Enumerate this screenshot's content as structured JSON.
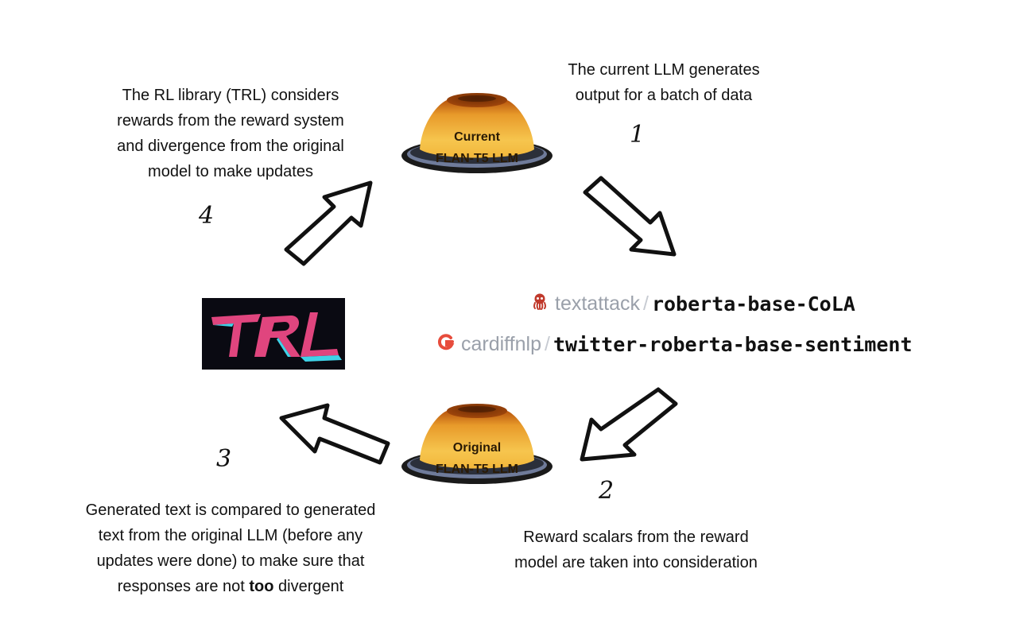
{
  "captions": {
    "step1": "The current LLM generates\noutput for a batch of data",
    "step2": "Reward scalars from the reward\nmodel are taken into consideration",
    "step3_part1": "Generated text is compared to generated\ntext from the original LLM (before any\nupdates were done) to make sure that\nresponses are not ",
    "step3_bold": "too",
    "step3_part2": " divergent",
    "step4": "The RL library (TRL) considers\nrewards from the reward system\nand divergence from the original\nmodel to make updates"
  },
  "step_numbers": {
    "one": "1",
    "two": "2",
    "three": "3",
    "four": "4"
  },
  "models": {
    "current": {
      "line1": "Current",
      "line2": "FLAN-T5 LLM"
    },
    "original": {
      "line1": "Original",
      "line2": "FLAN-T5 LLM"
    }
  },
  "trl_logo": {
    "text": "TRL",
    "colors": {
      "pink": "#e0457e",
      "cyan": "#3fd3e8",
      "background": "#0a0a12"
    }
  },
  "reward_models": [
    {
      "org": "textattack",
      "slash": "/",
      "name": "roberta-base-CoLA",
      "icon": "octopus-icon",
      "icon_color": "#c0392b"
    },
    {
      "org": "cardiffnlp",
      "slash": "/",
      "name": "twitter-roberta-base-sentiment",
      "icon": "cardiff-logo-icon",
      "icon_color": "#e74c3c"
    }
  ]
}
